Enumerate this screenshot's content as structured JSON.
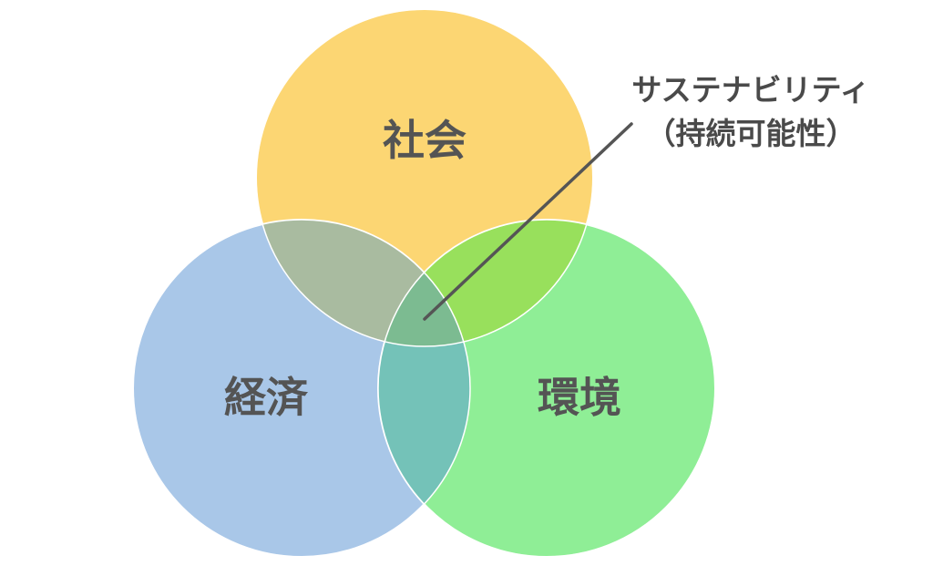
{
  "diagram": {
    "type": "venn",
    "circles": [
      {
        "id": "society",
        "label": "社会",
        "color": "#fcd673"
      },
      {
        "id": "economy",
        "label": "経済",
        "color": "#a9c7e8"
      },
      {
        "id": "environment",
        "label": "環境",
        "color": "#8fee96"
      }
    ],
    "intersection_colors": {
      "society_economy": "#a9bba0",
      "society_environment": "#98e05c",
      "economy_environment": "#74c2b8",
      "center": "#7cbb91"
    },
    "callout": {
      "line1": "サステナビリティ",
      "line2": "（持続可能性）",
      "line_color": "#555555"
    }
  }
}
